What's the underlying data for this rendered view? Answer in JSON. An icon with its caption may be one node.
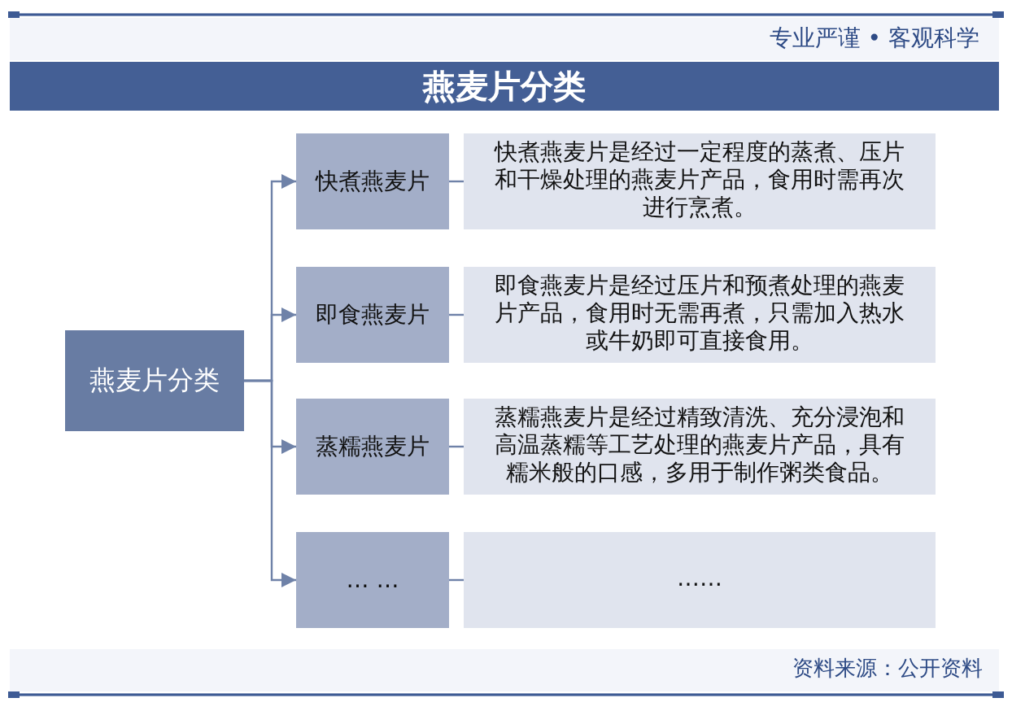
{
  "diagram": {
    "title": "燕麦片分类",
    "nodes": [
      {
        "text": [
          "燕麦片分类"
        ]
      },
      {
        "text": [
          "快煮燕麦片"
        ]
      },
      {
        "text": [
          "快煮燕麦片是经过一定程度的蒸煮、压片和干燥处理的燕麦片产品，食用时需再次进行烹煮。"
        ]
      },
      {
        "text": [
          "即食燕麦片"
        ]
      },
      {
        "text": [
          "即食燕麦片是经过压片和预煮处理的燕麦片产品，食用时无需再煮，只需加入热水或牛奶即可直接食用。"
        ]
      },
      {
        "text": [
          "蒸糯燕麦片"
        ]
      },
      {
        "text": [
          "蒸糯燕麦片是经过精致清洗、充分浸泡和高温蒸糯等工艺处理的燕麦片产品，具有糯米般的口感，多用于制作粥类食品。"
        ]
      },
      {
        "text": [
          "… …"
        ]
      },
      {
        "text": [
          "……"
        ]
      }
    ],
    "edges": [
      {
        "from": 0,
        "to": 1,
        "arrow": "to"
      },
      {
        "from": 0,
        "to": 3,
        "arrow": "to"
      },
      {
        "from": 0,
        "to": 5,
        "arrow": "to"
      },
      {
        "from": 0,
        "to": 7,
        "arrow": "to"
      },
      {
        "from": 1,
        "to": 2,
        "arrow": "none"
      },
      {
        "from": 3,
        "to": 4,
        "arrow": "none"
      },
      {
        "from": 5,
        "to": 6,
        "arrow": "none"
      },
      {
        "from": 7,
        "to": 8,
        "arrow": "none"
      }
    ],
    "labels": [
      "专业严谨 • 客观科学",
      "资料来源：公开资料"
    ]
  }
}
